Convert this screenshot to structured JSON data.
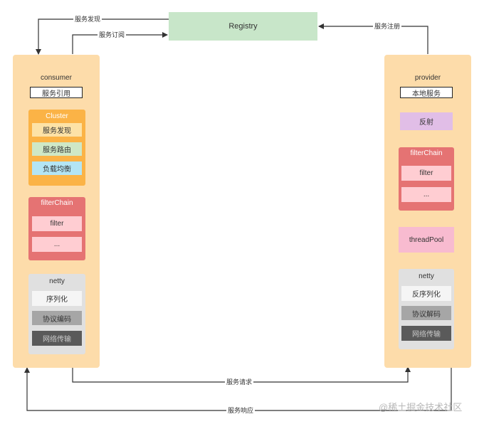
{
  "registry": {
    "label": "Registry"
  },
  "consumer": {
    "title": "consumer",
    "service_ref": "服务引用",
    "cluster": {
      "title": "Cluster",
      "items": [
        "服务发现",
        "服务路由",
        "负载均衡"
      ],
      "colors": [
        "#fde2a6",
        "#cfe8c6",
        "#b3e5f5"
      ]
    },
    "filter_chain": {
      "title": "filterChain",
      "items": [
        "filter",
        "..."
      ]
    },
    "netty": {
      "title": "netty",
      "items": [
        "序列化",
        "协议编码",
        "网络传输"
      ],
      "colors": [
        "#f5f5f5",
        "#a6a6a6",
        "#5a5a5a"
      ]
    }
  },
  "provider": {
    "title": "provider",
    "local_service": "本地服务",
    "reflection": "反射",
    "filter_chain": {
      "title": "filterChain",
      "items": [
        "filter",
        "..."
      ]
    },
    "thread_pool": "threadPool",
    "netty": {
      "title": "netty",
      "items": [
        "反序列化",
        "协议解码",
        "网络传输"
      ],
      "colors": [
        "#f5f5f5",
        "#a6a6a6",
        "#5a5a5a"
      ]
    }
  },
  "edges": {
    "discovery": "服务发现",
    "subscribe": "服务订阅",
    "register": "服务注册",
    "request": "服务请求",
    "response": "服务响应"
  },
  "watermark": "@稀土掘金技术社区",
  "colors": {
    "panel": "#fddcaa",
    "registry": "#c8e6c9",
    "cluster": "#fbb346",
    "filter_chain": "#e57373",
    "filter_item": "#ffcdd2",
    "reflection": "#e1bee7",
    "thread_pool": "#f8bbd0",
    "netty": "#e0e0e0"
  }
}
